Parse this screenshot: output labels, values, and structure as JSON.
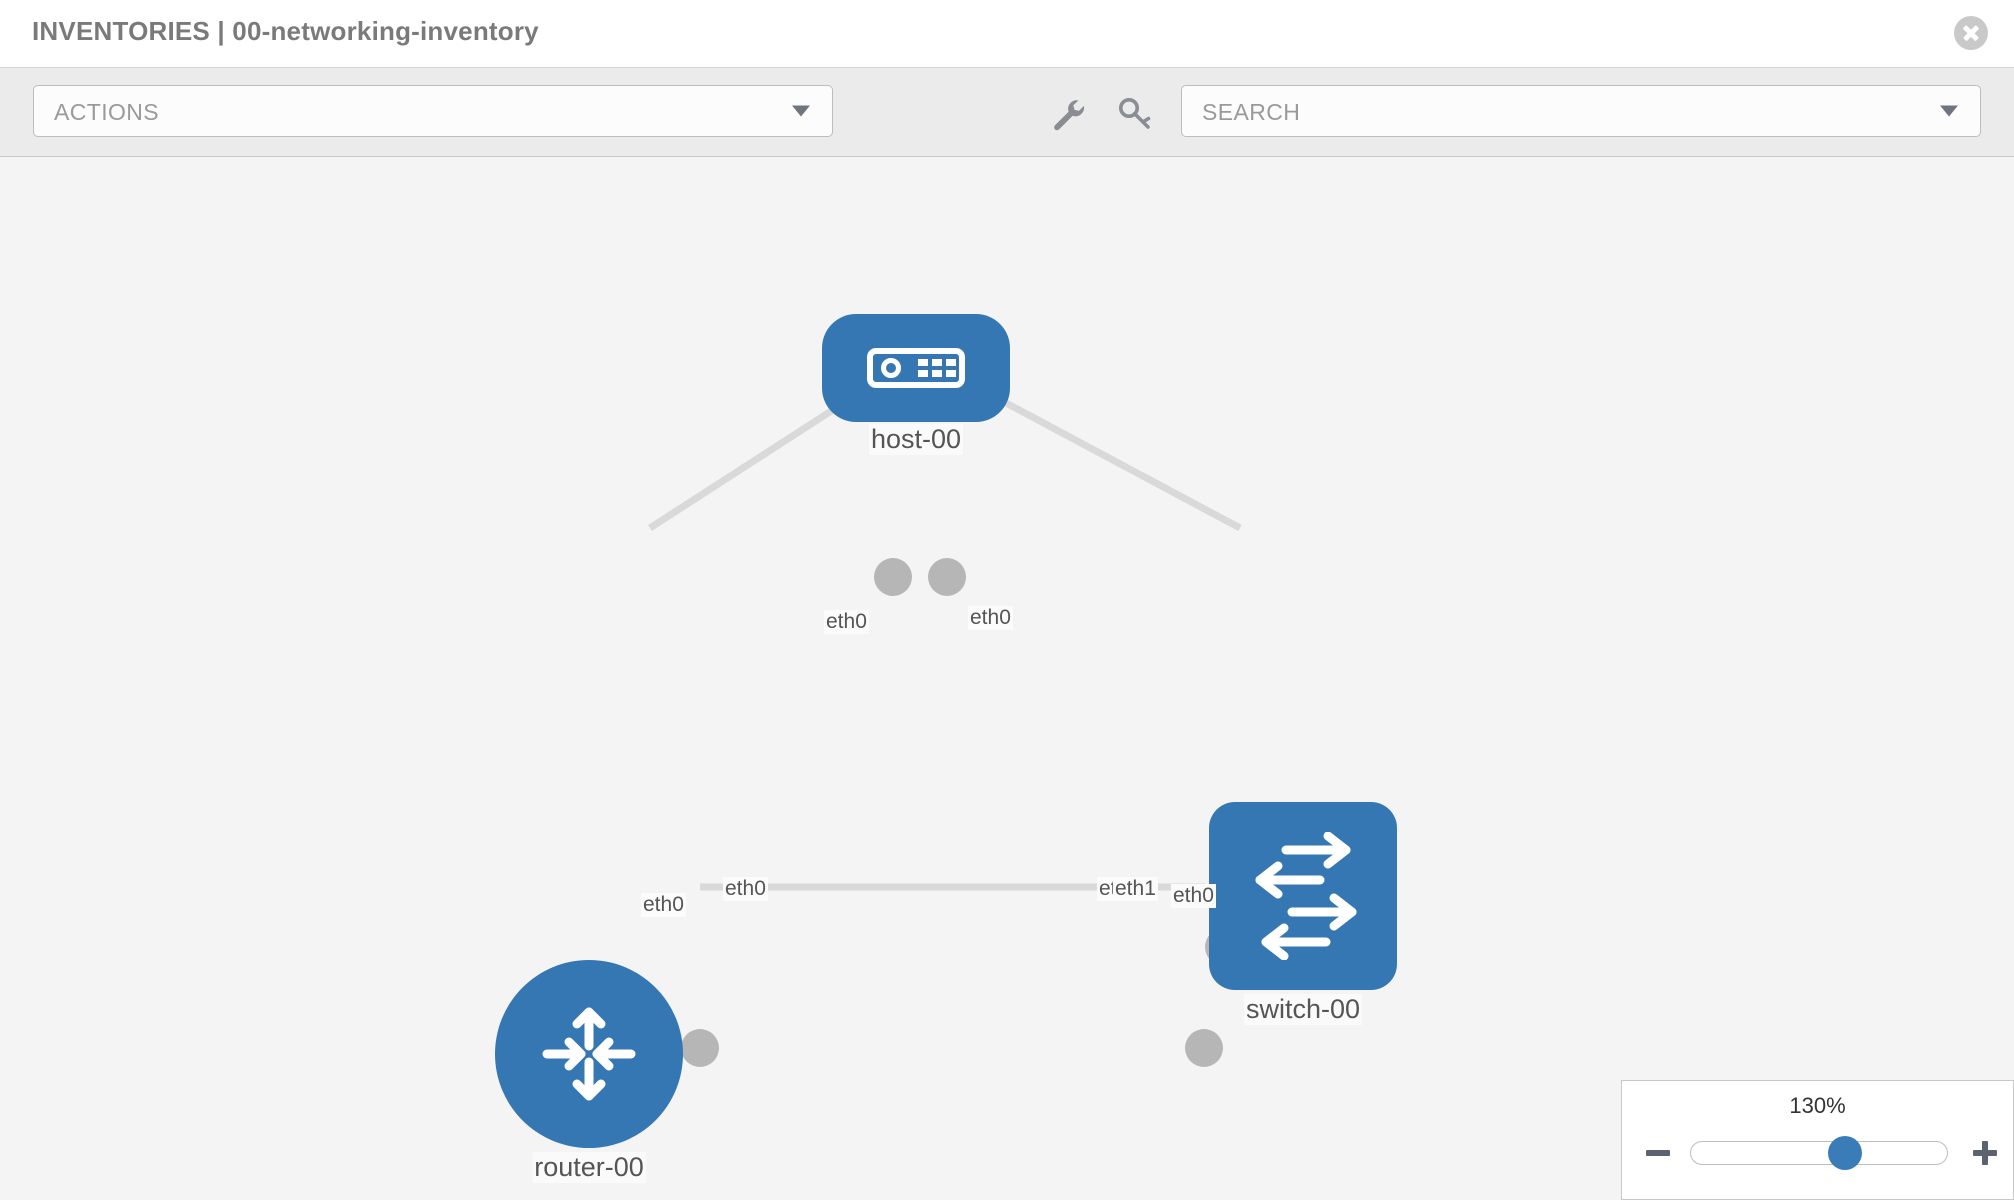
{
  "header": {
    "title": "INVENTORIES | 00-networking-inventory",
    "close_icon": "close-circle-icon"
  },
  "toolbar": {
    "actions_label": "ACTIONS",
    "actions_caret_icon": "chevron-down-icon",
    "wrench_icon": "wrench-icon",
    "key_icon": "key-icon",
    "search_placeholder": "SEARCH",
    "search_value": "",
    "search_caret_icon": "chevron-down-icon"
  },
  "topology": {
    "accent_color": "#3577b3",
    "port_color": "#b6b6b6",
    "edge_color": "#d8d8d8",
    "canvas_color": "#f4f4f4",
    "nodes": [
      {
        "id": "host-00",
        "label": "host-00",
        "icon": "server-appliance-icon",
        "shape": "rounded"
      },
      {
        "id": "router-00",
        "label": "router-00",
        "icon": "router-arrows-icon",
        "shape": "circle"
      },
      {
        "id": "switch-00",
        "label": "switch-00",
        "icon": "switch-arrows-icon",
        "shape": "square"
      }
    ],
    "links": [
      {
        "from": "host-00",
        "from_port": "eth0",
        "to": "router-00",
        "to_port": "eth0"
      },
      {
        "from": "host-00",
        "from_port": "eth0",
        "to": "switch-00",
        "to_port": "eth0"
      },
      {
        "from": "router-00",
        "from_port": "eth0",
        "to": "switch-00",
        "to_port": "eth1"
      }
    ],
    "edge_labels": {
      "host_left": "eth0",
      "host_right": "eth0",
      "router_up": "eth0",
      "switch_up": "eth0",
      "router_right": "eth0",
      "switch_left_under": "eth0",
      "switch_left": "eth1"
    }
  },
  "zoom_control": {
    "percent": "130%",
    "minus_label": "minus-icon",
    "plus_label": "plus-icon",
    "slider_position_pct": 60
  }
}
